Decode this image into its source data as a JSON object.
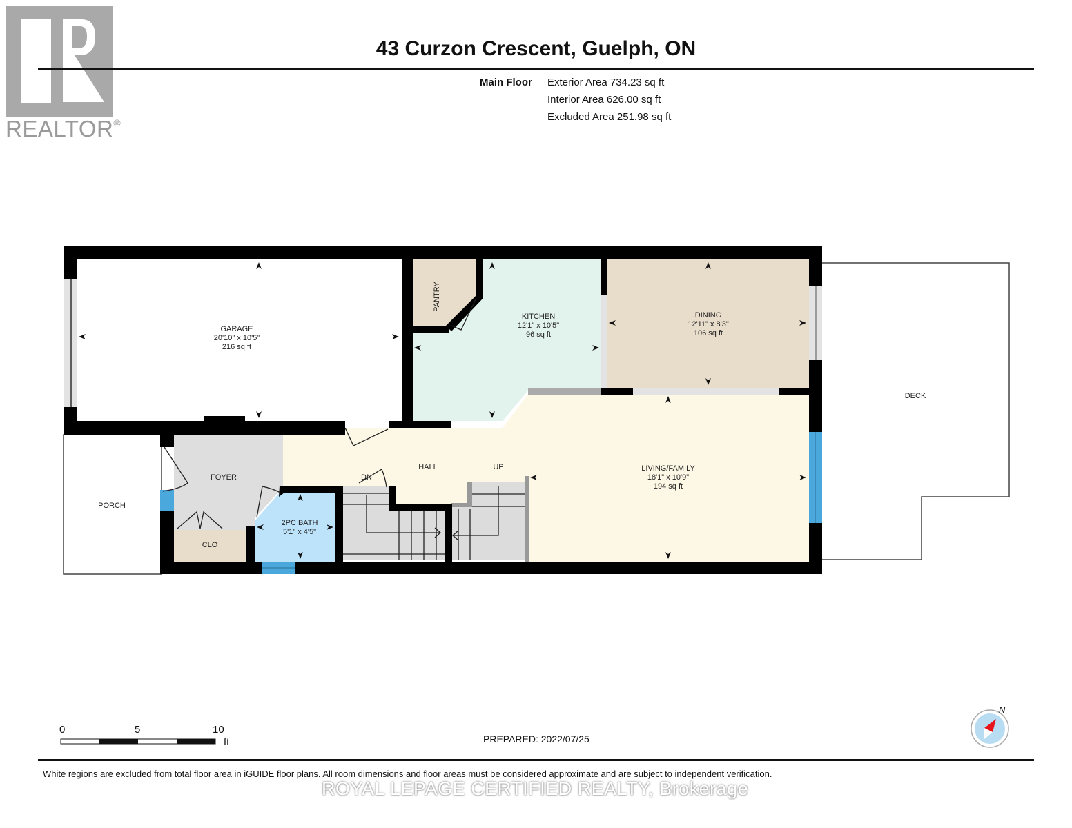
{
  "logo": {
    "text": "REALTOR",
    "mark": "®"
  },
  "header": {
    "title": "43 Curzon Crescent, Guelph, ON"
  },
  "areas": {
    "floor": "Main Floor",
    "exterior": "Exterior Area 734.23 sq ft",
    "interior": "Interior Area 626.00 sq ft",
    "excluded": "Excluded Area 251.98 sq ft"
  },
  "rooms": {
    "garage": {
      "name": "GARAGE",
      "dims": "20'10\" x 10'5\"",
      "area": "216 sq ft"
    },
    "pantry": {
      "name": "PANTRY"
    },
    "kitchen": {
      "name": "KITCHEN",
      "dims": "12'1\" x 10'5\"",
      "area": "96 sq ft"
    },
    "dining": {
      "name": "DINING",
      "dims": "12'11\" x 8'3\"",
      "area": "106 sq ft"
    },
    "deck": {
      "name": "DECK"
    },
    "porch": {
      "name": "PORCH"
    },
    "foyer": {
      "name": "FOYER"
    },
    "clo": {
      "name": "CLO"
    },
    "bath": {
      "name": "2PC BATH",
      "dims": "5'1\" x 4'5\""
    },
    "hall": {
      "name": "HALL"
    },
    "stairs_down": {
      "label": "DN"
    },
    "stairs_up": {
      "label": "UP"
    },
    "living": {
      "name": "LIVING/FAMILY",
      "dims": "18'1\" x 10'9\"",
      "area": "194 sq ft"
    }
  },
  "colors": {
    "wall": "#000000",
    "kitchen": "#e2f2ec",
    "dining": "#e8dccb",
    "pantry": "#e8dccb",
    "clo": "#e8dccb",
    "hall_living": "#fdf8e5",
    "foyer": "#dedede",
    "bath": "#bde3fb",
    "window": "#4aa8dc",
    "stairs": "#dcdcdc"
  },
  "scale_bar": {
    "ticks": [
      "0",
      "5",
      "10"
    ],
    "unit": "ft"
  },
  "compass": {
    "label": "N"
  },
  "footer": {
    "prepared": "PREPARED: 2022/07/25",
    "disclaimer": "White regions are excluded from total floor area in iGUIDE floor plans. All room dimensions and floor areas must be considered approximate and are subject to independent verification.",
    "brokerage": "ROYAL LEPAGE CERTIFIED REALTY, Brokerage"
  }
}
